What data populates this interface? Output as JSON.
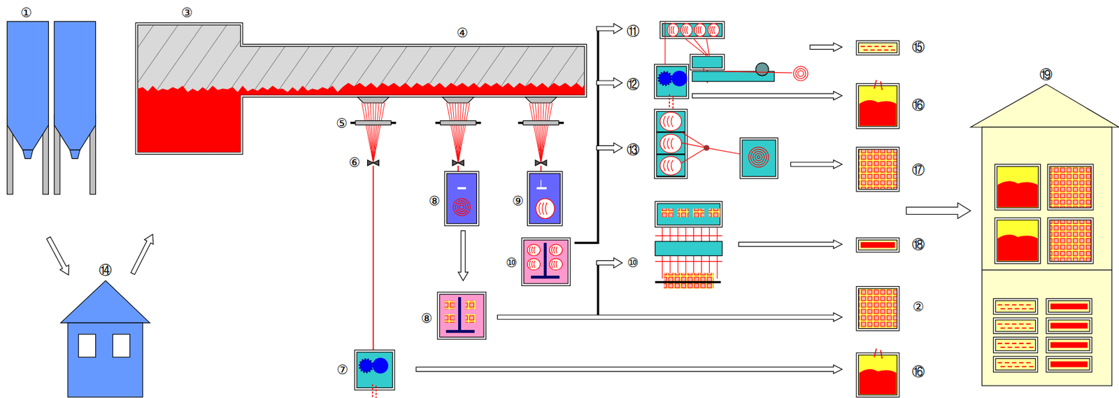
{
  "diagram": {
    "labels": [
      "①",
      "③",
      "④",
      "⑪",
      "⑮",
      "⑲",
      "⑫",
      "⑯",
      "⑤",
      "⑬",
      "⑰",
      "⑥",
      "⑧",
      "⑨",
      "⑱",
      "⑩",
      "⑭",
      "②",
      "⑧",
      "⑩",
      "⑦",
      "⑯"
    ]
  }
}
